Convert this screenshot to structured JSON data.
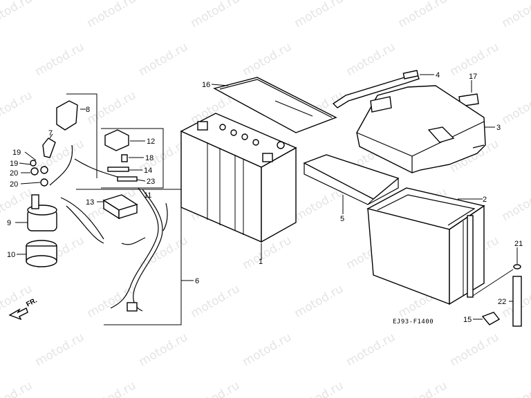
{
  "watermark": "motod.ru",
  "diagram_code": "EJ93-F1400",
  "direction_label": "FR.",
  "callouts": [
    {
      "id": "c1",
      "text": "1"
    },
    {
      "id": "c2",
      "text": "2"
    },
    {
      "id": "c3",
      "text": "3"
    },
    {
      "id": "c4",
      "text": "4"
    },
    {
      "id": "c5",
      "text": "5"
    },
    {
      "id": "c6",
      "text": "6"
    },
    {
      "id": "c7",
      "text": "7"
    },
    {
      "id": "c8",
      "text": "8"
    },
    {
      "id": "c9",
      "text": "9"
    },
    {
      "id": "c10",
      "text": "10"
    },
    {
      "id": "c11",
      "text": "11"
    },
    {
      "id": "c12",
      "text": "12"
    },
    {
      "id": "c13",
      "text": "13"
    },
    {
      "id": "c14",
      "text": "14"
    },
    {
      "id": "c15",
      "text": "15"
    },
    {
      "id": "c16",
      "text": "16"
    },
    {
      "id": "c17",
      "text": "17"
    },
    {
      "id": "c18",
      "text": "18"
    },
    {
      "id": "c19a",
      "text": "19"
    },
    {
      "id": "c19b",
      "text": "19"
    },
    {
      "id": "c20a",
      "text": "20"
    },
    {
      "id": "c20b",
      "text": "20"
    },
    {
      "id": "c21",
      "text": "21"
    },
    {
      "id": "c22",
      "text": "22"
    },
    {
      "id": "c23",
      "text": "23"
    }
  ]
}
